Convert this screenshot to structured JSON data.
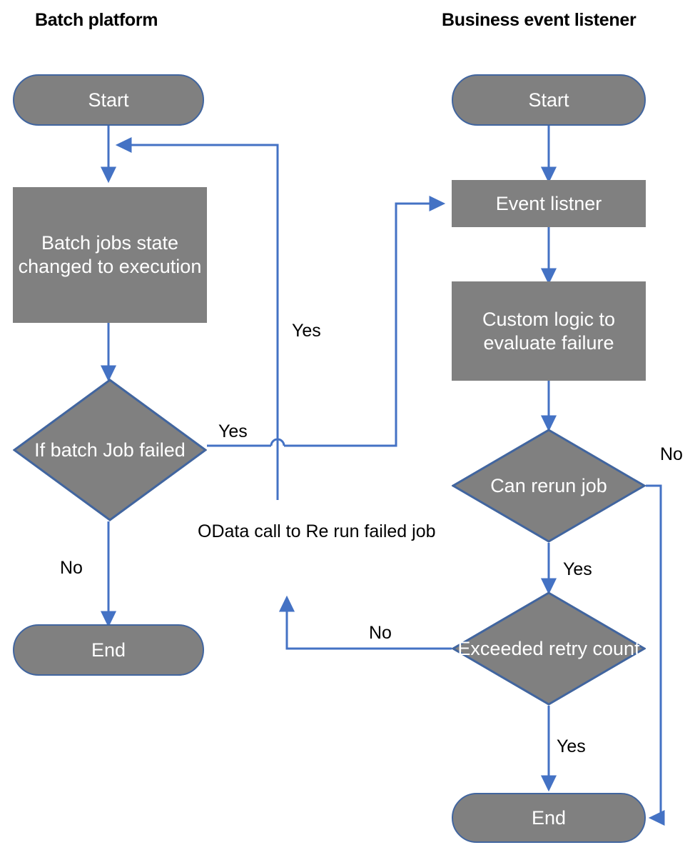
{
  "diagram": {
    "title_left": "Batch platform",
    "title_right": "Business event listener",
    "colors": {
      "node_fill": "#808080",
      "node_border": "#41659F",
      "connector": "#4472C4",
      "node_text": "#FFFFFF",
      "label_text": "#000000",
      "background": "#FFFFFF"
    }
  },
  "lanes": [
    {
      "id": "batch-platform",
      "header": "Batch platform"
    },
    {
      "id": "business-event-listener",
      "header": "Business event listener"
    }
  ],
  "nodes": {
    "left": [
      {
        "id": "left-start",
        "type": "terminator",
        "label": "Start"
      },
      {
        "id": "left-process",
        "type": "process",
        "label": "Batch jobs state changed to execution"
      },
      {
        "id": "left-decision",
        "type": "decision",
        "label": "If batch Job failed"
      },
      {
        "id": "left-end",
        "type": "terminator",
        "label": "End"
      }
    ],
    "right": [
      {
        "id": "right-start",
        "type": "terminator",
        "label": "Start"
      },
      {
        "id": "event-listner",
        "type": "process",
        "label": "Event listner"
      },
      {
        "id": "custom-logic",
        "type": "process",
        "label": "Custom logic to evaluate failure"
      },
      {
        "id": "can-rerun-job",
        "type": "decision",
        "label": "Can rerun job"
      },
      {
        "id": "exceeded-retry",
        "type": "decision",
        "label": "Exceeded retry count"
      },
      {
        "id": "right-end",
        "type": "terminator",
        "label": "End"
      }
    ]
  },
  "edge_labels": {
    "left_decision_yes": "Yes",
    "left_decision_no": "No",
    "feedback_yes": "Yes",
    "odata_note": "OData call to Re run failed job",
    "can_rerun_no": "No",
    "can_rerun_yes": "Yes",
    "exceeded_no": "No",
    "exceeded_yes": "Yes"
  }
}
